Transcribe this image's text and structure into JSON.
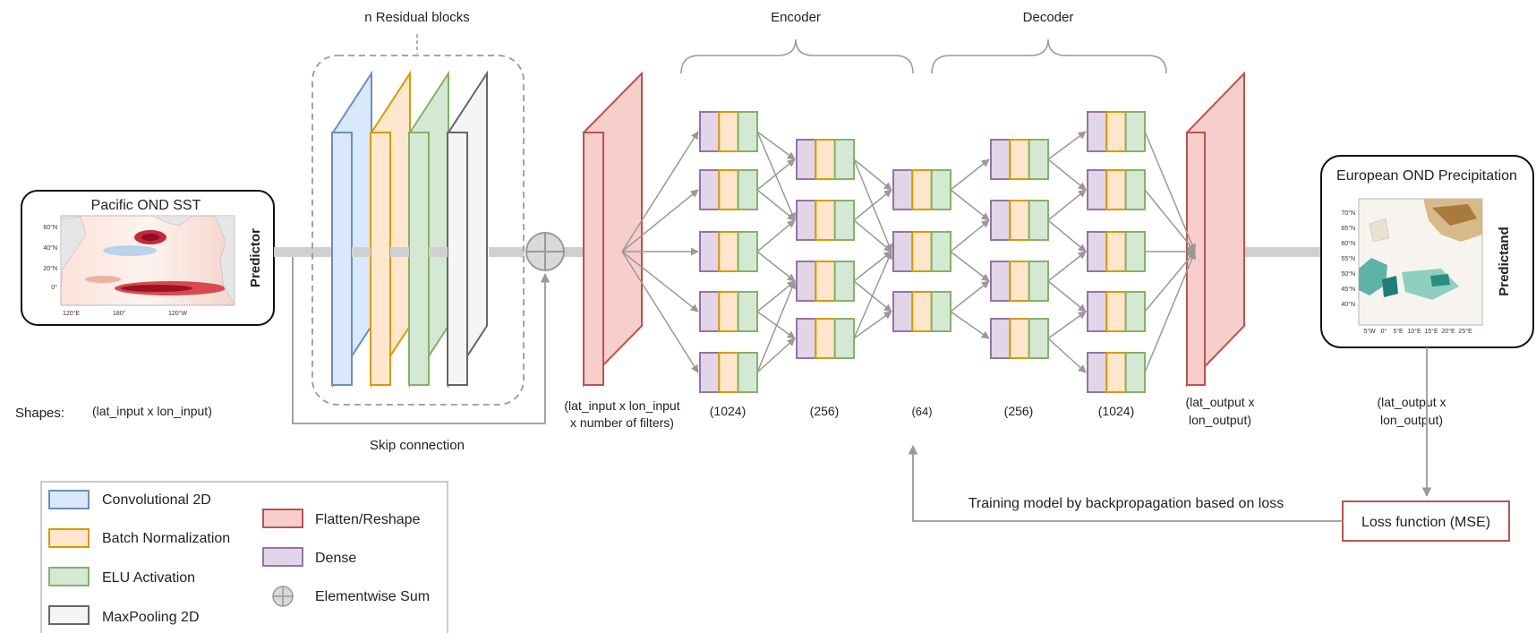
{
  "labels": {
    "residual_blocks": "n Residual blocks",
    "encoder": "Encoder",
    "decoder": "Decoder",
    "skip_connection": "Skip connection",
    "shapes": "Shapes:",
    "training": "Training model by backpropagation based on loss",
    "loss_function": "Loss function (MSE)"
  },
  "predictor": {
    "title": "Pacific OND SST",
    "side_label": "Predictor",
    "lat_ticks": [
      "60°N",
      "40°N",
      "20°N",
      "0°"
    ],
    "lon_ticks": [
      "120°E",
      "180°",
      "120°W"
    ]
  },
  "predictand": {
    "title": "European OND Precipitation",
    "side_label": "Predictand",
    "lat_ticks": [
      "70°N",
      "65°N",
      "60°N",
      "55°N",
      "50°N",
      "45°N",
      "40°N"
    ],
    "lon_ticks": [
      "5°W",
      "0°",
      "5°E",
      "10°E",
      "15°E",
      "20°E",
      "25°E"
    ]
  },
  "shapes": {
    "input": "(lat_input x lon_input)",
    "flatten_line1": "(lat_input x lon_input",
    "flatten_line2": "x number of filters)",
    "dense": [
      "(1024)",
      "(256)",
      "(64)",
      "(256)",
      "(1024)"
    ],
    "output_line1": "(lat_output x",
    "output_line2": "lon_output)",
    "target_line1": "(lat_output x",
    "target_line2": "lon_output)"
  },
  "legend": [
    {
      "label": "Convolutional 2D",
      "fill": "#dae8fc",
      "stroke": "#6c8ebf"
    },
    {
      "label": "Batch Normalization",
      "fill": "#ffe6cc",
      "stroke": "#d79b00"
    },
    {
      "label": "ELU Activation",
      "fill": "#d5e8d4",
      "stroke": "#82b366"
    },
    {
      "label": "MaxPooling 2D",
      "fill": "#f5f5f5",
      "stroke": "#666666"
    },
    {
      "label": "Flatten/Reshape",
      "fill": "#f8cecc",
      "stroke": "#b85450"
    },
    {
      "label": "Dense",
      "fill": "#e1d5e7",
      "stroke": "#9673a6"
    },
    {
      "label": "Elementwise Sum",
      "fill": "#e0e0e0",
      "stroke": "#999999"
    }
  ],
  "colors": {
    "conv": "#dae8fc",
    "conv_stroke": "#6c8ebf",
    "bn": "#ffe6cc",
    "bn_stroke": "#d79b00",
    "elu": "#d5e8d4",
    "elu_stroke": "#82b366",
    "pool": "#f5f5f5",
    "pool_stroke": "#666666",
    "flat": "#f8cecc",
    "flat_stroke": "#b85450",
    "dense": "#e1d5e7",
    "dense_stroke": "#9673a6",
    "arrow": "#999999"
  }
}
